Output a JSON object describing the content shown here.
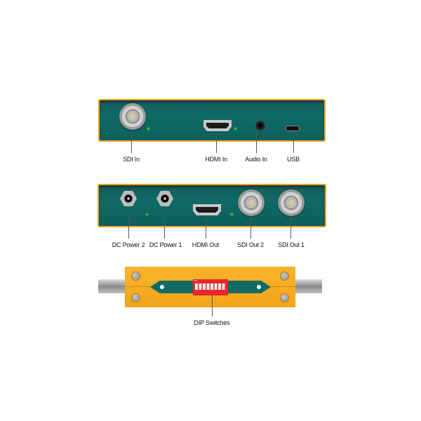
{
  "views": {
    "input_panel": {
      "ports": [
        {
          "id": "sdi-in",
          "label": "SDI In"
        },
        {
          "id": "hdmi-in",
          "label": "HDMI In"
        },
        {
          "id": "audio-in",
          "label": "Audio In"
        },
        {
          "id": "usb",
          "label": "USB"
        }
      ]
    },
    "output_panel": {
      "ports": [
        {
          "id": "dc-power-2",
          "label": "DC Power 2"
        },
        {
          "id": "dc-power-1",
          "label": "DC Power 1"
        },
        {
          "id": "hdmi-out",
          "label": "HDMI Out"
        },
        {
          "id": "sdi-out-2",
          "label": "SDI Out 2"
        },
        {
          "id": "sdi-out-1",
          "label": "SDI Out 1"
        }
      ]
    },
    "top_view": {
      "dip_label": "DIP Switches",
      "dip_on_text": "ON",
      "dip_numbers": [
        "1",
        "2",
        "3",
        "4",
        "5",
        "6",
        "7",
        "8"
      ]
    }
  },
  "colors": {
    "chassis": "#f3a51e",
    "panel": "#0f6a66",
    "led": "#2ecc40",
    "dip": "#e8282d"
  }
}
